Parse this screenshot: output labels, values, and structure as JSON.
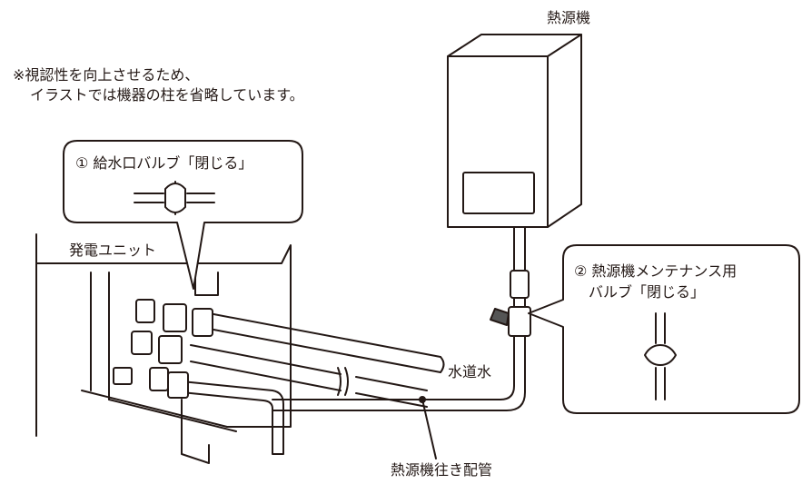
{
  "heater_label": "熱源機",
  "note": {
    "line1": "※視認性を向上させるため、",
    "line2": "イラストでは機器の柱を省略しています。"
  },
  "callout1": {
    "label": "① 給水口バルブ「閉じる」"
  },
  "unit_label": "発電ユニット",
  "callout2": {
    "line1": "② 熱源機メンテナンス用",
    "line2": "バルブ「閉じる」"
  },
  "water_label": "水道水",
  "pipe_label": "熱源機往き配管"
}
